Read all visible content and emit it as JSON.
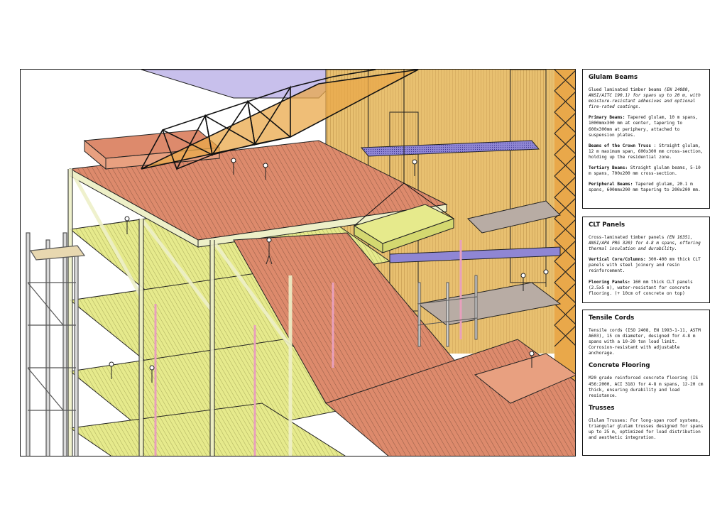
{
  "panels": {
    "glulam": {
      "title": "Glulam Beams",
      "intro_a": "Glued laminated timber beams ",
      "intro_italic": "(EN 14080, ANSI/AITC 190.1) for spans up to 20 m, with moisture-resistant adhesives and optional fire-rated coatings.",
      "primary_label": "Primary Beams:",
      "primary_text": " Tapered glulam, 10 m spans, 1000mmx300 mm at center, tapering to 600x300mm at periphery, attached to suspension plates.",
      "crown_label": "Beams of the Crown Truss",
      "crown_text": " : Straight glulam, 12 m maximum span, 600x300 mm cross-section, holding up the residential zone.",
      "tertiary_label": "Tertiary Beams:",
      "tertiary_text": " Straight glulam beams, 5-10 m spans, 700x200 mm cross-section.",
      "peripheral_label": "Peripheral Beams:",
      "peripheral_text": " Tapered glulam, 20.1 m spans, 600mmx200 mm tapering to 200x200 mm."
    },
    "clt": {
      "title": "CLT Panels",
      "intro_a": "Cross-laminated timber panels ",
      "intro_italic": "(EN 16351, ANSI/APA PRG 320) for 4-8 m spans, offering thermal insulation and durability.",
      "vertical_label": "Vertical Core/Columns:",
      "vertical_text": " 300-400 mm thick CLT panels with steel joinery and resin reinforcement.",
      "flooring_label": "Flooring Panels:",
      "flooring_text": " 160 mm thick CLT panels (2.5x5 m), water-resistant for concrete flooring. (+ 10cm of concrete on top)"
    },
    "tensile": {
      "title": "Tensile Cords",
      "text": "Tensile cords (ISO 2408, EN 1993-1-11, ASTM A603), 15 cm diameter, designed for 4-8 m spans with a 10-20 ton load limit. Corrosion-resistant with adjustable anchorage.",
      "concrete_title": "Concrete Flooring",
      "concrete_text": "M20 grade reinforced concrete flooring (IS 456:2000, ACI 318) for 4-8 m spans, 12-20 cm thick, ensuring durability and load resistance.",
      "trusses_title": "Trusses",
      "trusses_text": "Glulam Trusses: For long-span roof systems, triangular glulam trusses designed for spans up to 25 m, optimized for load distribution and aesthetic integration."
    }
  },
  "colors": {
    "clt_yellow": "#e6ea8c",
    "glulam_salmon": "#dd8a6c",
    "timber_column": "#e8c070",
    "truss_orange": "#e9a84a",
    "frame_cream": "#eef0c8",
    "scaffold_grey": "#d8d8d8",
    "purple_beam": "#8f86d4",
    "teal_beam": "#5fc0b8",
    "pink_post": "#e8a0bc",
    "lavender_roof": "#c8c0ec"
  }
}
